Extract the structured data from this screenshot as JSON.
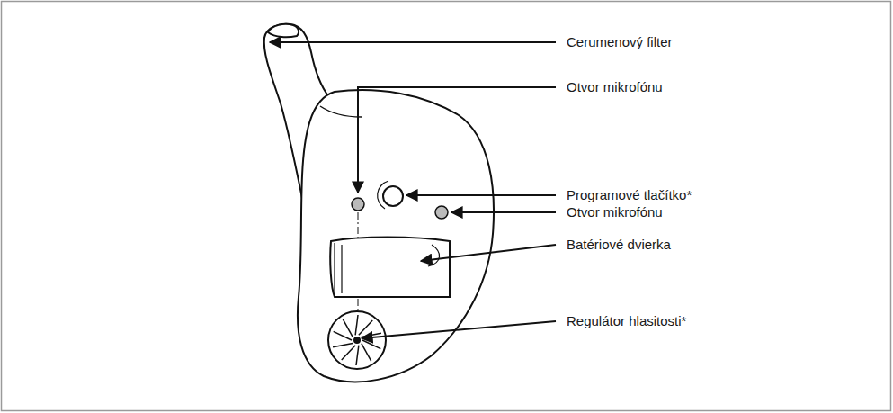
{
  "diagram": {
    "labels": [
      "Cerumenový filter",
      "Otvor mikrofónu",
      "Programové tlačítko*",
      "Otvor mikrofónu",
      "Batériové dvierka",
      "Regulátor hlasitosti*"
    ]
  }
}
